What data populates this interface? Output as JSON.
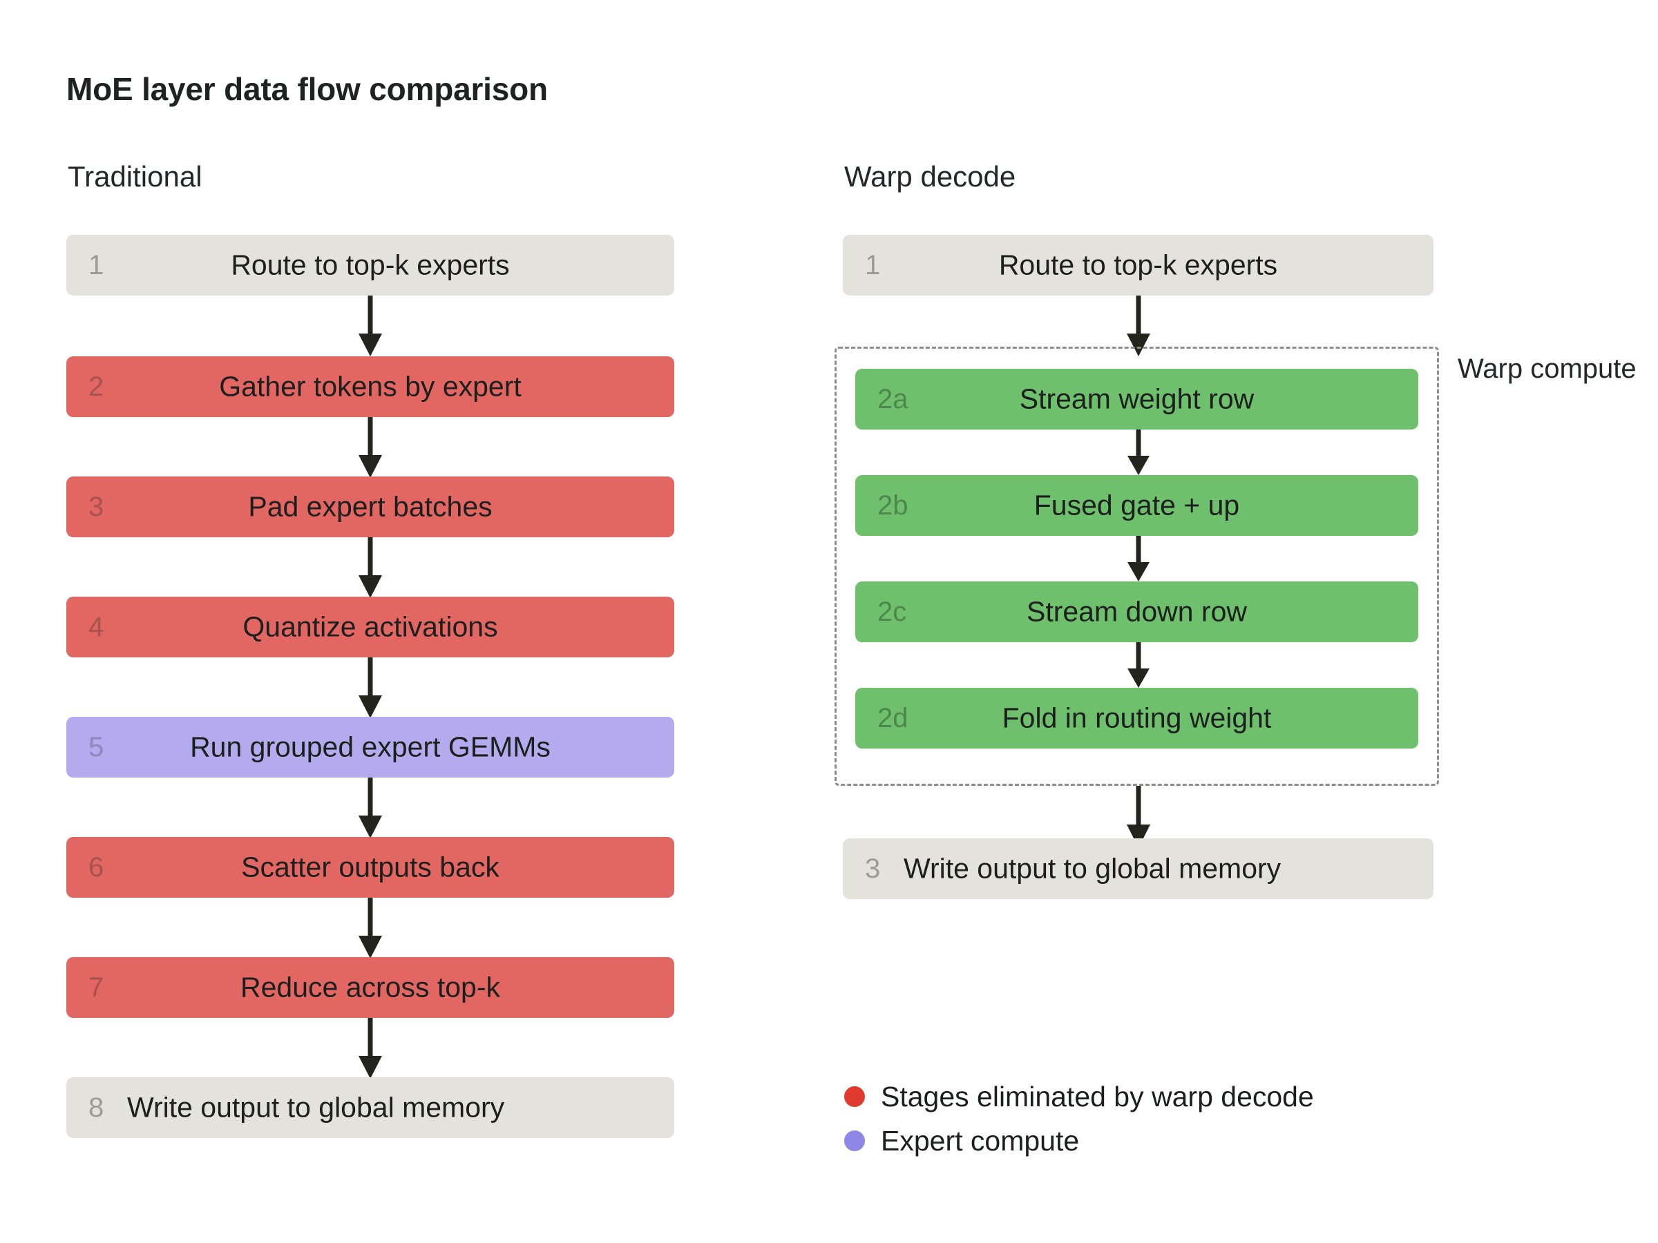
{
  "figure": {
    "title": "MoE layer data flow comparison"
  },
  "columns": [
    {
      "heading": "Traditional",
      "stages": [
        {
          "num": "1",
          "label": "Route to top-k experts",
          "variant": "neutral",
          "align": "center"
        },
        {
          "num": "2",
          "label": "Gather tokens by expert",
          "variant": "red",
          "align": "center"
        },
        {
          "num": "3",
          "label": "Pad expert batches",
          "variant": "red",
          "align": "center"
        },
        {
          "num": "4",
          "label": "Quantize activations",
          "variant": "red",
          "align": "center"
        },
        {
          "num": "5",
          "label": "Run grouped expert GEMMs",
          "variant": "purple",
          "align": "center"
        },
        {
          "num": "6",
          "label": "Scatter outputs back",
          "variant": "red",
          "align": "center"
        },
        {
          "num": "7",
          "label": "Reduce across top-k",
          "variant": "red",
          "align": "center"
        },
        {
          "num": "8",
          "label": "Write output to global memory",
          "variant": "neutral",
          "align": "after-num"
        }
      ]
    },
    {
      "heading": "Warp decode",
      "stages": [
        {
          "num": "1",
          "label": "Route to top-k experts",
          "variant": "neutral",
          "align": "center"
        },
        {
          "num": "2a",
          "label": "Stream weight row",
          "variant": "green",
          "align": "center"
        },
        {
          "num": "2b",
          "label": "Fused gate + up",
          "variant": "green",
          "align": "center"
        },
        {
          "num": "2c",
          "label": "Stream down row",
          "variant": "green",
          "align": "center"
        },
        {
          "num": "2d",
          "label": "Fold in routing weight",
          "variant": "green",
          "align": "center"
        },
        {
          "num": "3",
          "label": "Write output to global memory",
          "variant": "neutral",
          "align": "after-num"
        }
      ],
      "group_caption": "Warp compute"
    }
  ],
  "legend": {
    "items": [
      {
        "label": "Stages eliminated by warp decode",
        "color": "#e03a2f"
      },
      {
        "label": "Expert compute",
        "color": "#8f87e8"
      }
    ]
  },
  "colors": {
    "neutral": "#e3e2dd",
    "red": "#e26763",
    "purple": "#b4aaed",
    "green": "#6ec06c",
    "arrow": "#24241f",
    "dashed_border": "#8c8c8c"
  }
}
